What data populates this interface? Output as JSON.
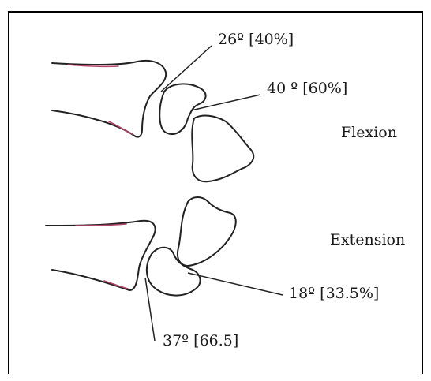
{
  "labels": {
    "flexion_title": "Flexion",
    "extension_title": "Extension",
    "flexion_upper_angle": "26º [40%]",
    "flexion_lower_angle": "40 º [60%]",
    "extension_right_angle": "18º [33.5%]",
    "extension_left_angle": "37º [66.5]"
  }
}
